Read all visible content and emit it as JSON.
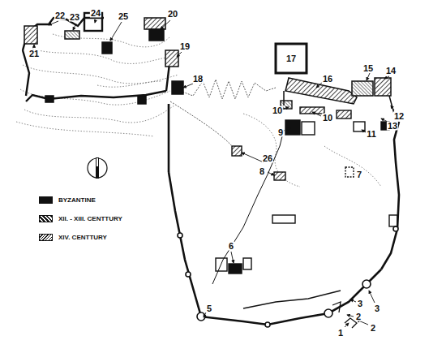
{
  "diagram": {
    "labels": [
      "22",
      "23",
      "24",
      "25",
      "20",
      "21",
      "19",
      "17",
      "16",
      "18",
      "15",
      "14",
      "10",
      "10",
      "12",
      "13",
      "11",
      "9",
      "26",
      "8",
      "7",
      "6",
      "3",
      "3",
      "2",
      "2",
      "1",
      "5"
    ],
    "legend": [
      {
        "text": "BYZANTINE",
        "color": "#111111"
      },
      {
        "text": "XII. - XIII. CENTTURY"
      },
      {
        "text": "XIV. CENTTURY"
      }
    ]
  }
}
